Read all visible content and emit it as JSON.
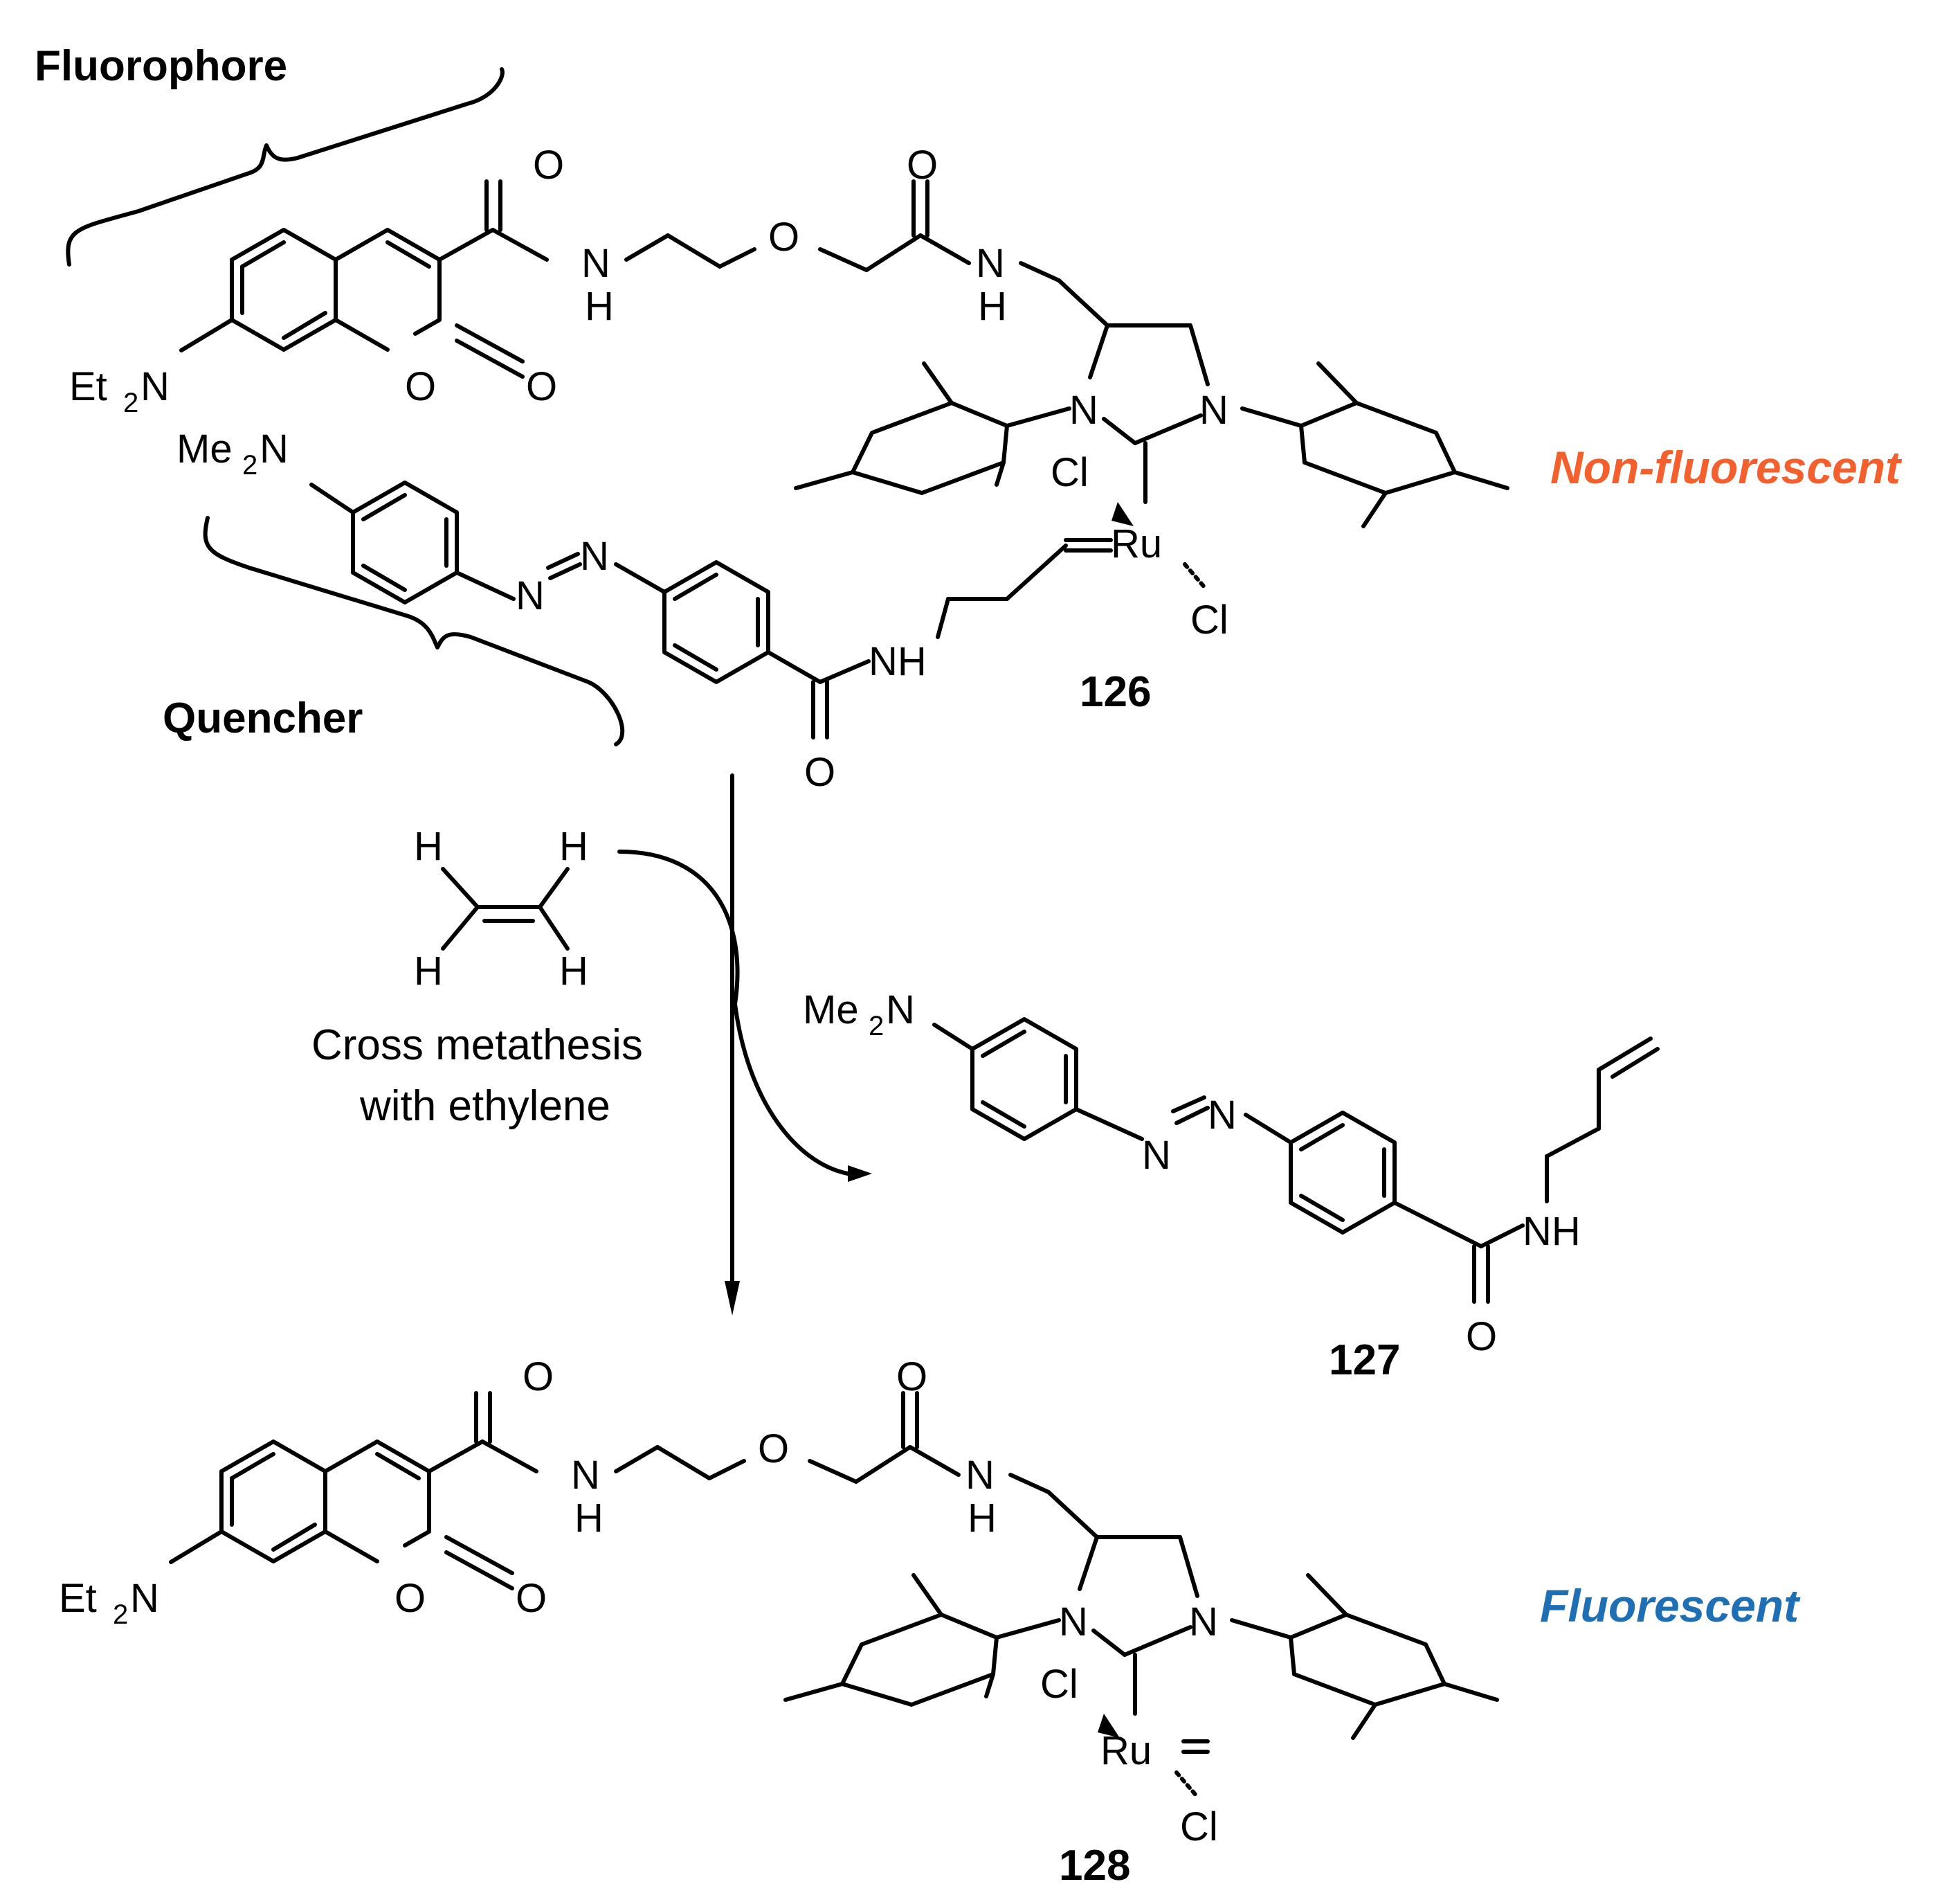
{
  "labels": {
    "fluorophore": "Fluorophore",
    "quencher": "Quencher",
    "non_fluorescent": "Non-fluorescent",
    "fluorescent": "Fluorescent"
  },
  "colors": {
    "non_fluorescent": "#f4602d",
    "fluorescent": "#1f6fb5",
    "ink": "#000000"
  },
  "compounds": {
    "c126": "126",
    "c127": "127",
    "c128": "128"
  },
  "conditions": {
    "line1": "Cross metathesis",
    "line2": "with ethylene"
  },
  "atoms": {
    "O": "O",
    "H": "H",
    "N": "N",
    "Cl": "Cl",
    "Ru": "Ru",
    "NH": "NH",
    "Et": "Et",
    "Me": "Me",
    "sub2": "2"
  }
}
